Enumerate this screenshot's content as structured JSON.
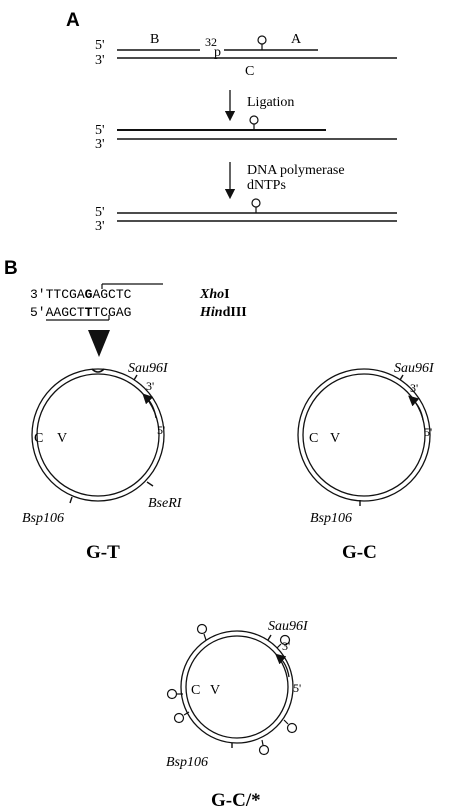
{
  "panel_a": {
    "letter": "A",
    "five_prime": "5'",
    "three_prime": "3'",
    "strand_b": "B",
    "strand_a": "A",
    "strand_c": "C",
    "label_32": "32",
    "label_p": "p",
    "step1": "Ligation",
    "step2_line1": "DNA polymerase",
    "step2_line2": "dNTPs"
  },
  "panel_b": {
    "letter": "B",
    "seq_top_prefix": "3'",
    "seq_top_a": "TTCGA",
    "seq_top_bold": "G",
    "seq_top_b": "AGCTC",
    "enzyme_top_italic": "Xho",
    "enzyme_top_roman": "I",
    "seq_bot_prefix": "5'",
    "seq_bot_a": "AAGCT",
    "seq_bot_bold": "T",
    "seq_bot_b": "TCGAG",
    "enzyme_bot_italic": "Hin",
    "enzyme_bot_roman": "dIII",
    "plasmids": [
      {
        "title": "G-T",
        "site_top": "Sau96I",
        "site_bottom_left": "Bsp106",
        "site_bottom_right": "BseRI",
        "c": "C",
        "v": "V",
        "three": "3'",
        "five": "5'"
      },
      {
        "title": "G-C",
        "site_top": "Sau96I",
        "site_bottom_left": "Bsp106",
        "c": "C",
        "v": "V",
        "three": "3'",
        "five": "5'"
      },
      {
        "title": "G-C/*",
        "site_top": "Sau96I",
        "site_bottom_left": "Bsp106",
        "c": "C",
        "v": "V",
        "three": "3'",
        "five": "5'"
      }
    ]
  }
}
